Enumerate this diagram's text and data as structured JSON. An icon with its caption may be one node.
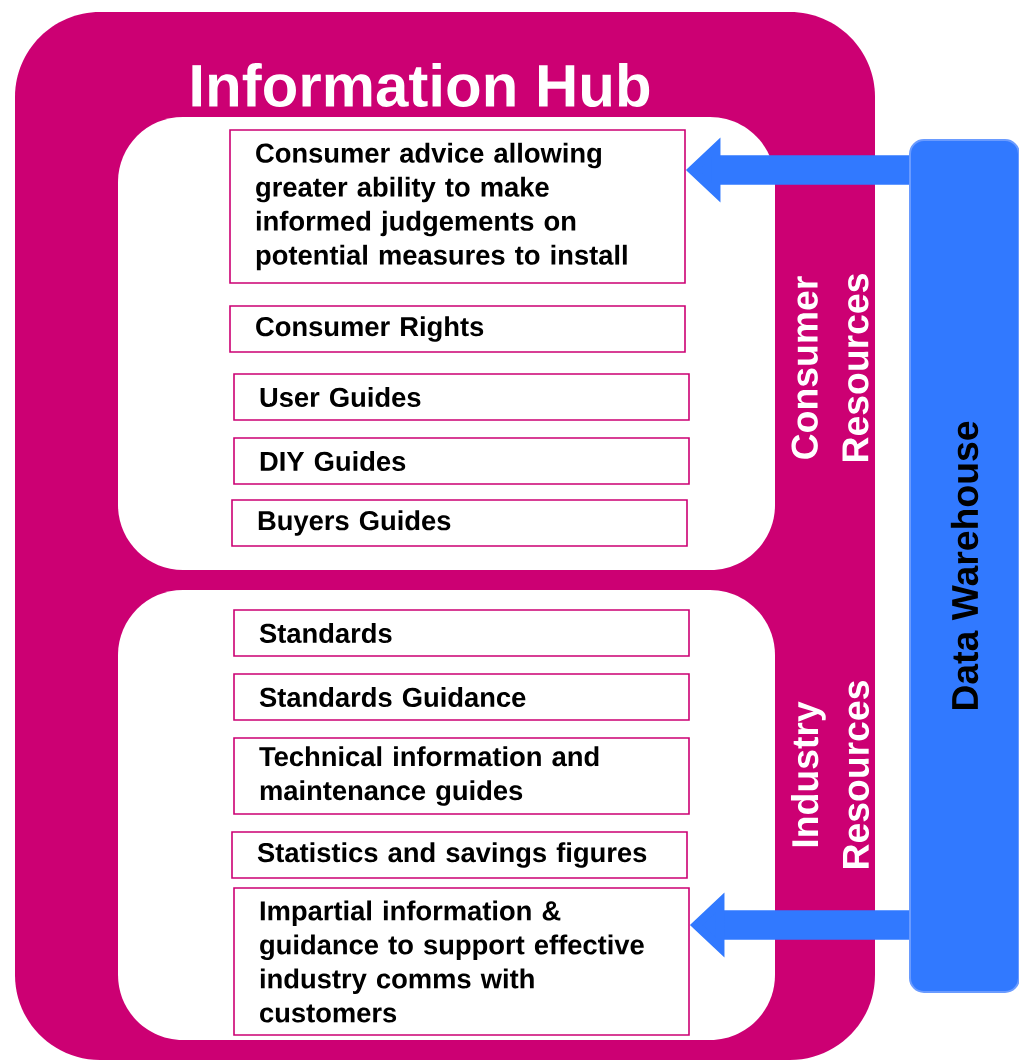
{
  "diagram": {
    "nodes": [
      {
        "text": [
          "Information Hub"
        ]
      },
      {
        "text": [
          "Consumer Resources"
        ],
        "in": 0
      },
      {
        "text": [
          "Consumer advice allowing greater ability to make informed judgements on potential measures to install"
        ],
        "in": 1
      },
      {
        "text": [
          "Consumer Rights"
        ],
        "in": 1
      },
      {
        "text": [
          "User Guides"
        ],
        "in": 1
      },
      {
        "text": [
          "DIY Guides"
        ],
        "in": 1
      },
      {
        "text": [
          "Buyers Guides"
        ],
        "in": 1
      },
      {
        "text": [
          "Industry Resources"
        ],
        "in": 0
      },
      {
        "text": [
          "Standards"
        ],
        "in": 7
      },
      {
        "text": [
          "Standards Guidance"
        ],
        "in": 7
      },
      {
        "text": [
          "Technical information and maintenance guides"
        ],
        "in": 7
      },
      {
        "text": [
          "Statistics and savings figures"
        ],
        "in": 7
      },
      {
        "text": [
          "Impartial information & guidance to support effective industry comms with customers"
        ],
        "in": 7
      },
      {
        "text": [
          "Data Warehouse"
        ]
      }
    ],
    "edges": [
      {
        "from": 13,
        "to": 2,
        "arrow": "to"
      },
      {
        "from": 13,
        "to": 12,
        "arrow": "to"
      }
    ]
  }
}
